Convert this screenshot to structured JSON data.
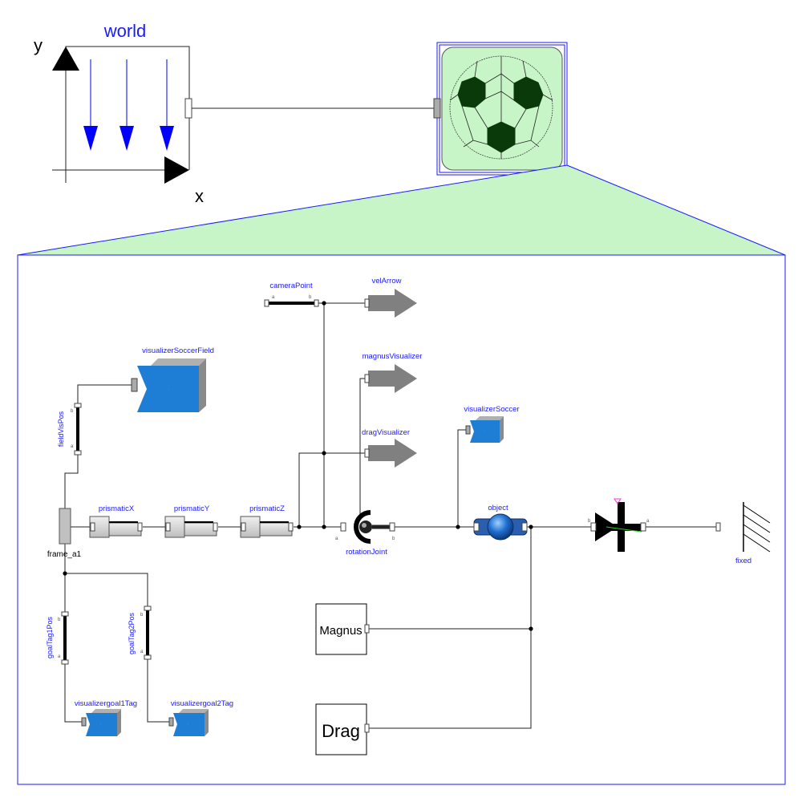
{
  "world": {
    "title": "world",
    "x_axis": "x",
    "y_axis": "y"
  },
  "components": {
    "camera_point": "cameraPoint",
    "vel_arrow": "velArrow",
    "magnus_visualizer": "magnusVisualizer",
    "drag_visualizer": "dragVisualizer",
    "visualizer_soccer_field": "visualizerSoccerField",
    "field_vis_pos": "fieldVisPos",
    "visualizer_soccer": "visualizerSoccer",
    "prismatic_x": "prismaticX",
    "prismatic_y": "prismaticY",
    "prismatic_z": "prismaticZ",
    "rotation_joint": "rotationJoint",
    "object": "object",
    "fixed": "fixed",
    "frame_a1": "frame_a1",
    "goal_tag1_pos": "goalTag1Pos",
    "goal_tag2_pos": "goalTag2Pos",
    "visualizer_goal1_tag": "visualizergoal1Tag",
    "visualizer_goal2_tag": "visualizergoal2Tag",
    "magnus": "Magnus",
    "drag": "Drag"
  },
  "port_letters": {
    "a": "a",
    "b": "b"
  },
  "colors": {
    "label_blue": "#1a1aff",
    "visualizer_blue": "#1e7ed6",
    "ball_bg_green": "#c8f5c8",
    "hexagon_dark_green": "#0a3a0a",
    "arrow_grey": "#808080"
  }
}
